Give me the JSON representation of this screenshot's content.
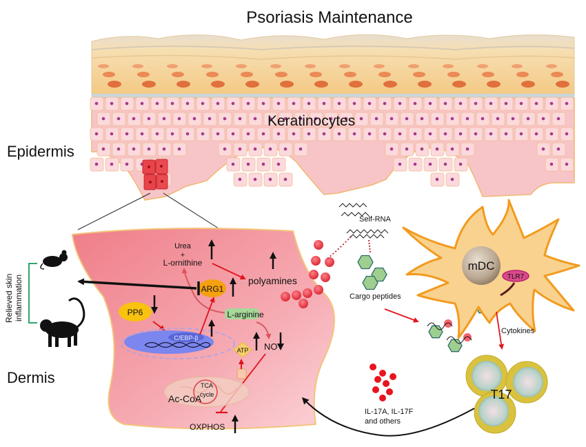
{
  "title": "Psoriasis Maintenance",
  "regions": {
    "epidermis": "Epidermis",
    "dermis": "Dermis",
    "keratinocytes": "Keratinocytes"
  },
  "outcome": {
    "label_line1": "Relieved skin",
    "label_line2": "inflammation",
    "icons": [
      "mouse-icon",
      "monkey-icon"
    ]
  },
  "cell_pathway": {
    "urea": "Urea",
    "plus": "+",
    "l_ornithine": "L-ornithine",
    "arg1": "ARG1",
    "polyamines": "polyamines",
    "pp6": "PP6",
    "l_arginine": "L-arginine",
    "cebp": "C/EBP-β",
    "no": "NO",
    "atp": "ATP",
    "tca": "TCA",
    "cycle": "cycle",
    "ac_coa": "Ac-CoA",
    "oxphos": "OXPHOS"
  },
  "immune": {
    "self_rna": "Self-RNA",
    "cargo_peptides": "Cargo peptides",
    "mdc": "mDC",
    "tlr7": "TLR7",
    "cytokines": "Cytokines",
    "t17": "T17",
    "il17_line1": "IL-17A, IL-17F",
    "il17_line2": "and others"
  },
  "colors": {
    "arrow_red": "#e0141b",
    "inhibit_black": "#111111",
    "cell_pink": "#f28c94",
    "arg1_orange": "#f5a00f",
    "pp6_yellow": "#f8c20f",
    "nucleus_blue": "#7b86ee",
    "larginine_green": "#a7d89a",
    "mdc_orange": "#f6a43a",
    "t17_yellow": "#d9c23e",
    "bracket_green": "#2fa56b",
    "polyamine_red": "#e23a44"
  }
}
